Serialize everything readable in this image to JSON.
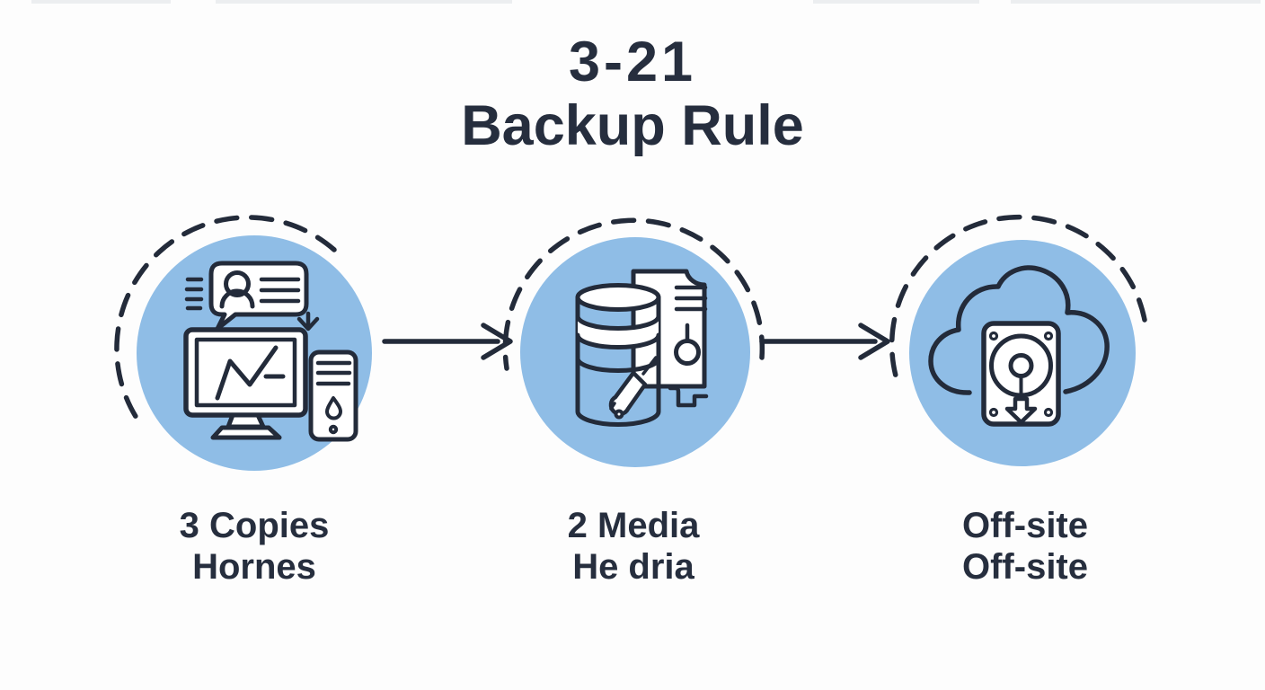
{
  "page": {
    "type": "backup-rule-infographic",
    "background": "#fdfdfd"
  },
  "title": {
    "line1": "3-21",
    "line2": "Backup Rule"
  },
  "colors": {
    "accent_blue": "#8fbde6",
    "line_dark": "#232b3a",
    "text_dark": "#262e3e",
    "top_bar_gray": "#eceef0"
  },
  "steps": [
    {
      "icon": "workstation-monitor-icon",
      "label": {
        "line1": "3 Copies",
        "line2": "Hornes"
      }
    },
    {
      "icon": "database-documents-icon",
      "label": {
        "line1": "2 Media",
        "line2": "He dria"
      }
    },
    {
      "icon": "cloud-harddrive-icon",
      "label": {
        "line1": "Off-site",
        "line2": "Off-site"
      }
    }
  ],
  "arrows": [
    {
      "direction": "right"
    },
    {
      "direction": "right"
    }
  ]
}
